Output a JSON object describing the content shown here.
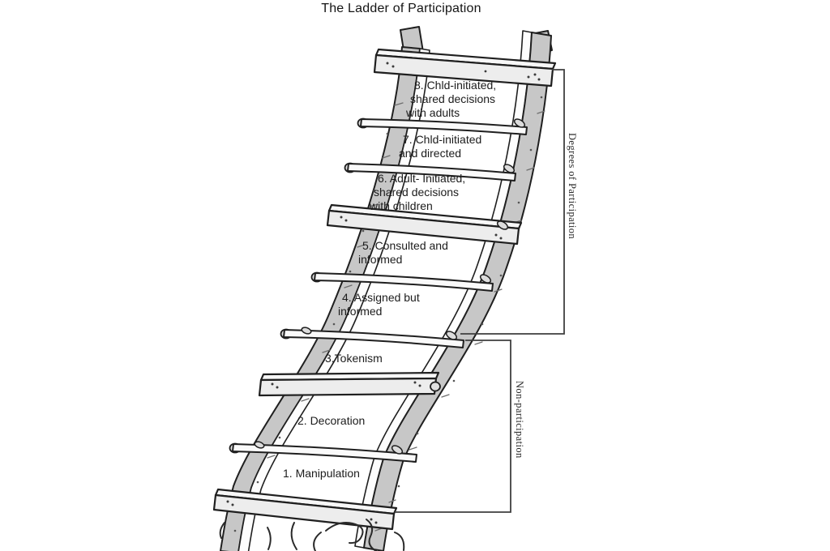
{
  "title": "The Ladder of Participation",
  "levels": [
    {
      "number": "8",
      "lines": [
        "8. Chld-initiated,",
        "shared decisions",
        "with adults"
      ]
    },
    {
      "number": "7",
      "lines": [
        "7. Chld-initiated",
        "and directed"
      ]
    },
    {
      "number": "6",
      "lines": [
        "6. Adult- Initiated,",
        "shared decisions",
        "with children"
      ]
    },
    {
      "number": "5",
      "lines": [
        "5. Consulted and",
        "informed"
      ]
    },
    {
      "number": "4",
      "lines": [
        "4. Assigned but",
        "informed"
      ]
    },
    {
      "number": "3",
      "lines": [
        "3.Tokenism"
      ]
    },
    {
      "number": "2",
      "lines": [
        "2. Decoration"
      ]
    },
    {
      "number": "1",
      "lines": [
        "1. Manipulation"
      ]
    }
  ],
  "brackets": {
    "degrees_label": "Degrees of Participation",
    "degrees_levels": "4-8",
    "non_participation_label": "Non-participation",
    "non_participation_levels": "1-3"
  },
  "colors": {
    "ink": "#1f1f1f",
    "rail_gray": "#c7c7c7",
    "plank_light": "#ededed",
    "bracket_line": "#3f3f3f",
    "background": "#ffffff"
  }
}
